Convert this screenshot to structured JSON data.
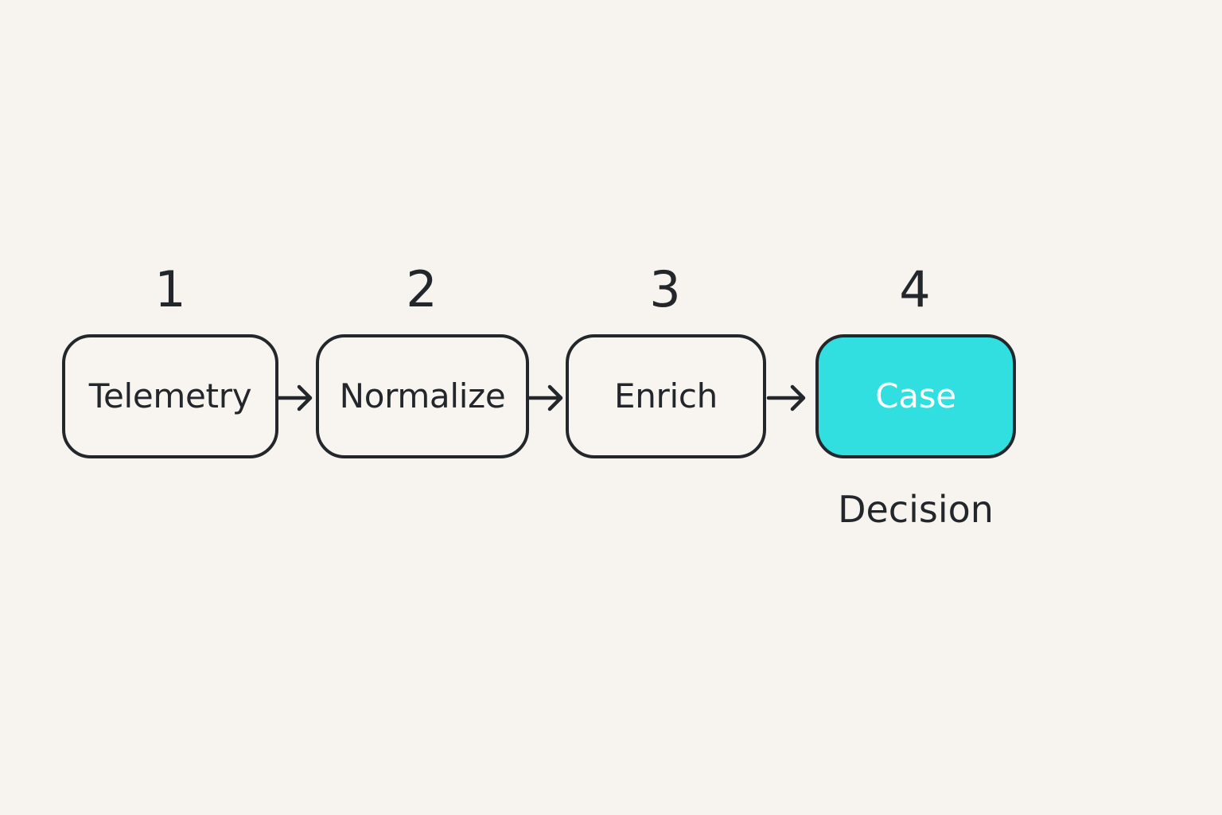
{
  "diagram": {
    "steps": [
      {
        "number": "1",
        "label": "Telemetry"
      },
      {
        "number": "2",
        "label": "Normalize"
      },
      {
        "number": "3",
        "label": "Enrich"
      },
      {
        "number": "4",
        "label": "Case"
      }
    ],
    "caption": "Decision",
    "colors": {
      "background": "#f7f4ef",
      "stroke": "#23272c",
      "highlight_fill": "#31dfe0",
      "highlight_text": "#ffffff"
    }
  }
}
